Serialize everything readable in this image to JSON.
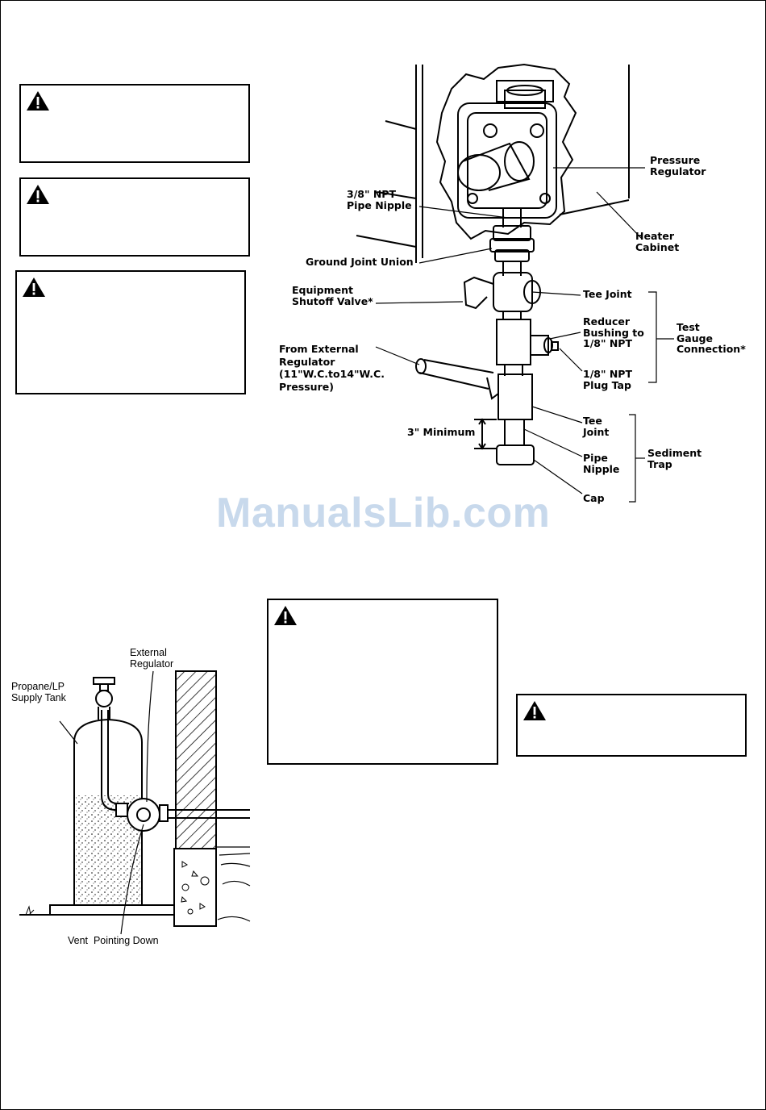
{
  "watermark": "ManualsLib.com",
  "figure1": {
    "labels": {
      "pressure_regulator": "Pressure\nRegulator",
      "heater_cabinet": "Heater\nCabinet",
      "pipe_nipple_38": "3/8\" NPT\nPipe Nipple",
      "ground_joint_union": "Ground Joint Union",
      "shutoff_valve": "Equipment\nShutoff Valve*",
      "tee_joint_upper": "Tee Joint",
      "reducer_bushing": "Reducer\nBushing to\n1/8\" NPT",
      "plug_tap": "1/8\" NPT\nPlug Tap",
      "test_gauge": "Test\nGauge\nConnection*",
      "from_external": "From External\nRegulator\n(11\"W.C.to14\"W.C.\nPressure)",
      "three_minimum": "3\" Minimum",
      "tee_joint_lower": "Tee\nJoint",
      "pipe_nipple": "Pipe\nNipple",
      "cap": "Cap",
      "sediment_trap": "Sediment\nTrap"
    }
  },
  "figure2": {
    "labels": {
      "external_regulator": "External\nRegulator",
      "supply_tank": "Propane/LP\nSupply Tank",
      "vent": "Vent  Pointing Down"
    }
  }
}
